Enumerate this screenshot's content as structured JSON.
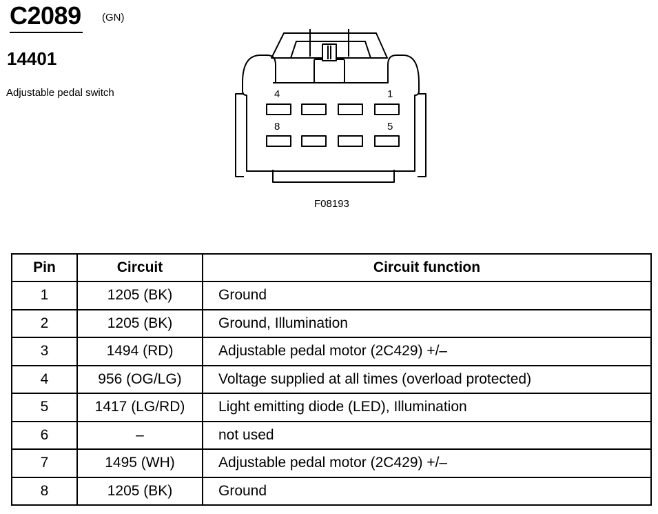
{
  "header": {
    "connector_id": "C2089",
    "connector_color": "(GN)",
    "part_number": "14401",
    "part_description": "Adjustable pedal switch"
  },
  "diagram": {
    "pin_labels": [
      "4",
      "1",
      "8",
      "5"
    ],
    "figure_code": "F08193"
  },
  "table": {
    "headers": {
      "pin": "Pin",
      "circuit": "Circuit",
      "function": "Circuit function"
    },
    "rows": [
      {
        "pin": "1",
        "circuit": "1205 (BK)",
        "function": "Ground"
      },
      {
        "pin": "2",
        "circuit": "1205 (BK)",
        "function": "Ground, Illumination"
      },
      {
        "pin": "3",
        "circuit": "1494 (RD)",
        "function": "Adjustable pedal motor (2C429) +/–"
      },
      {
        "pin": "4",
        "circuit": "956 (OG/LG)",
        "function": "Voltage supplied at all times (overload protected)"
      },
      {
        "pin": "5",
        "circuit": "1417 (LG/RD)",
        "function": "Light emitting diode (LED), Illumination"
      },
      {
        "pin": "6",
        "circuit": "–",
        "function": "not used"
      },
      {
        "pin": "7",
        "circuit": "1495 (WH)",
        "function": "Adjustable pedal motor (2C429) +/–"
      },
      {
        "pin": "8",
        "circuit": "1205 (BK)",
        "function": "Ground"
      }
    ]
  }
}
